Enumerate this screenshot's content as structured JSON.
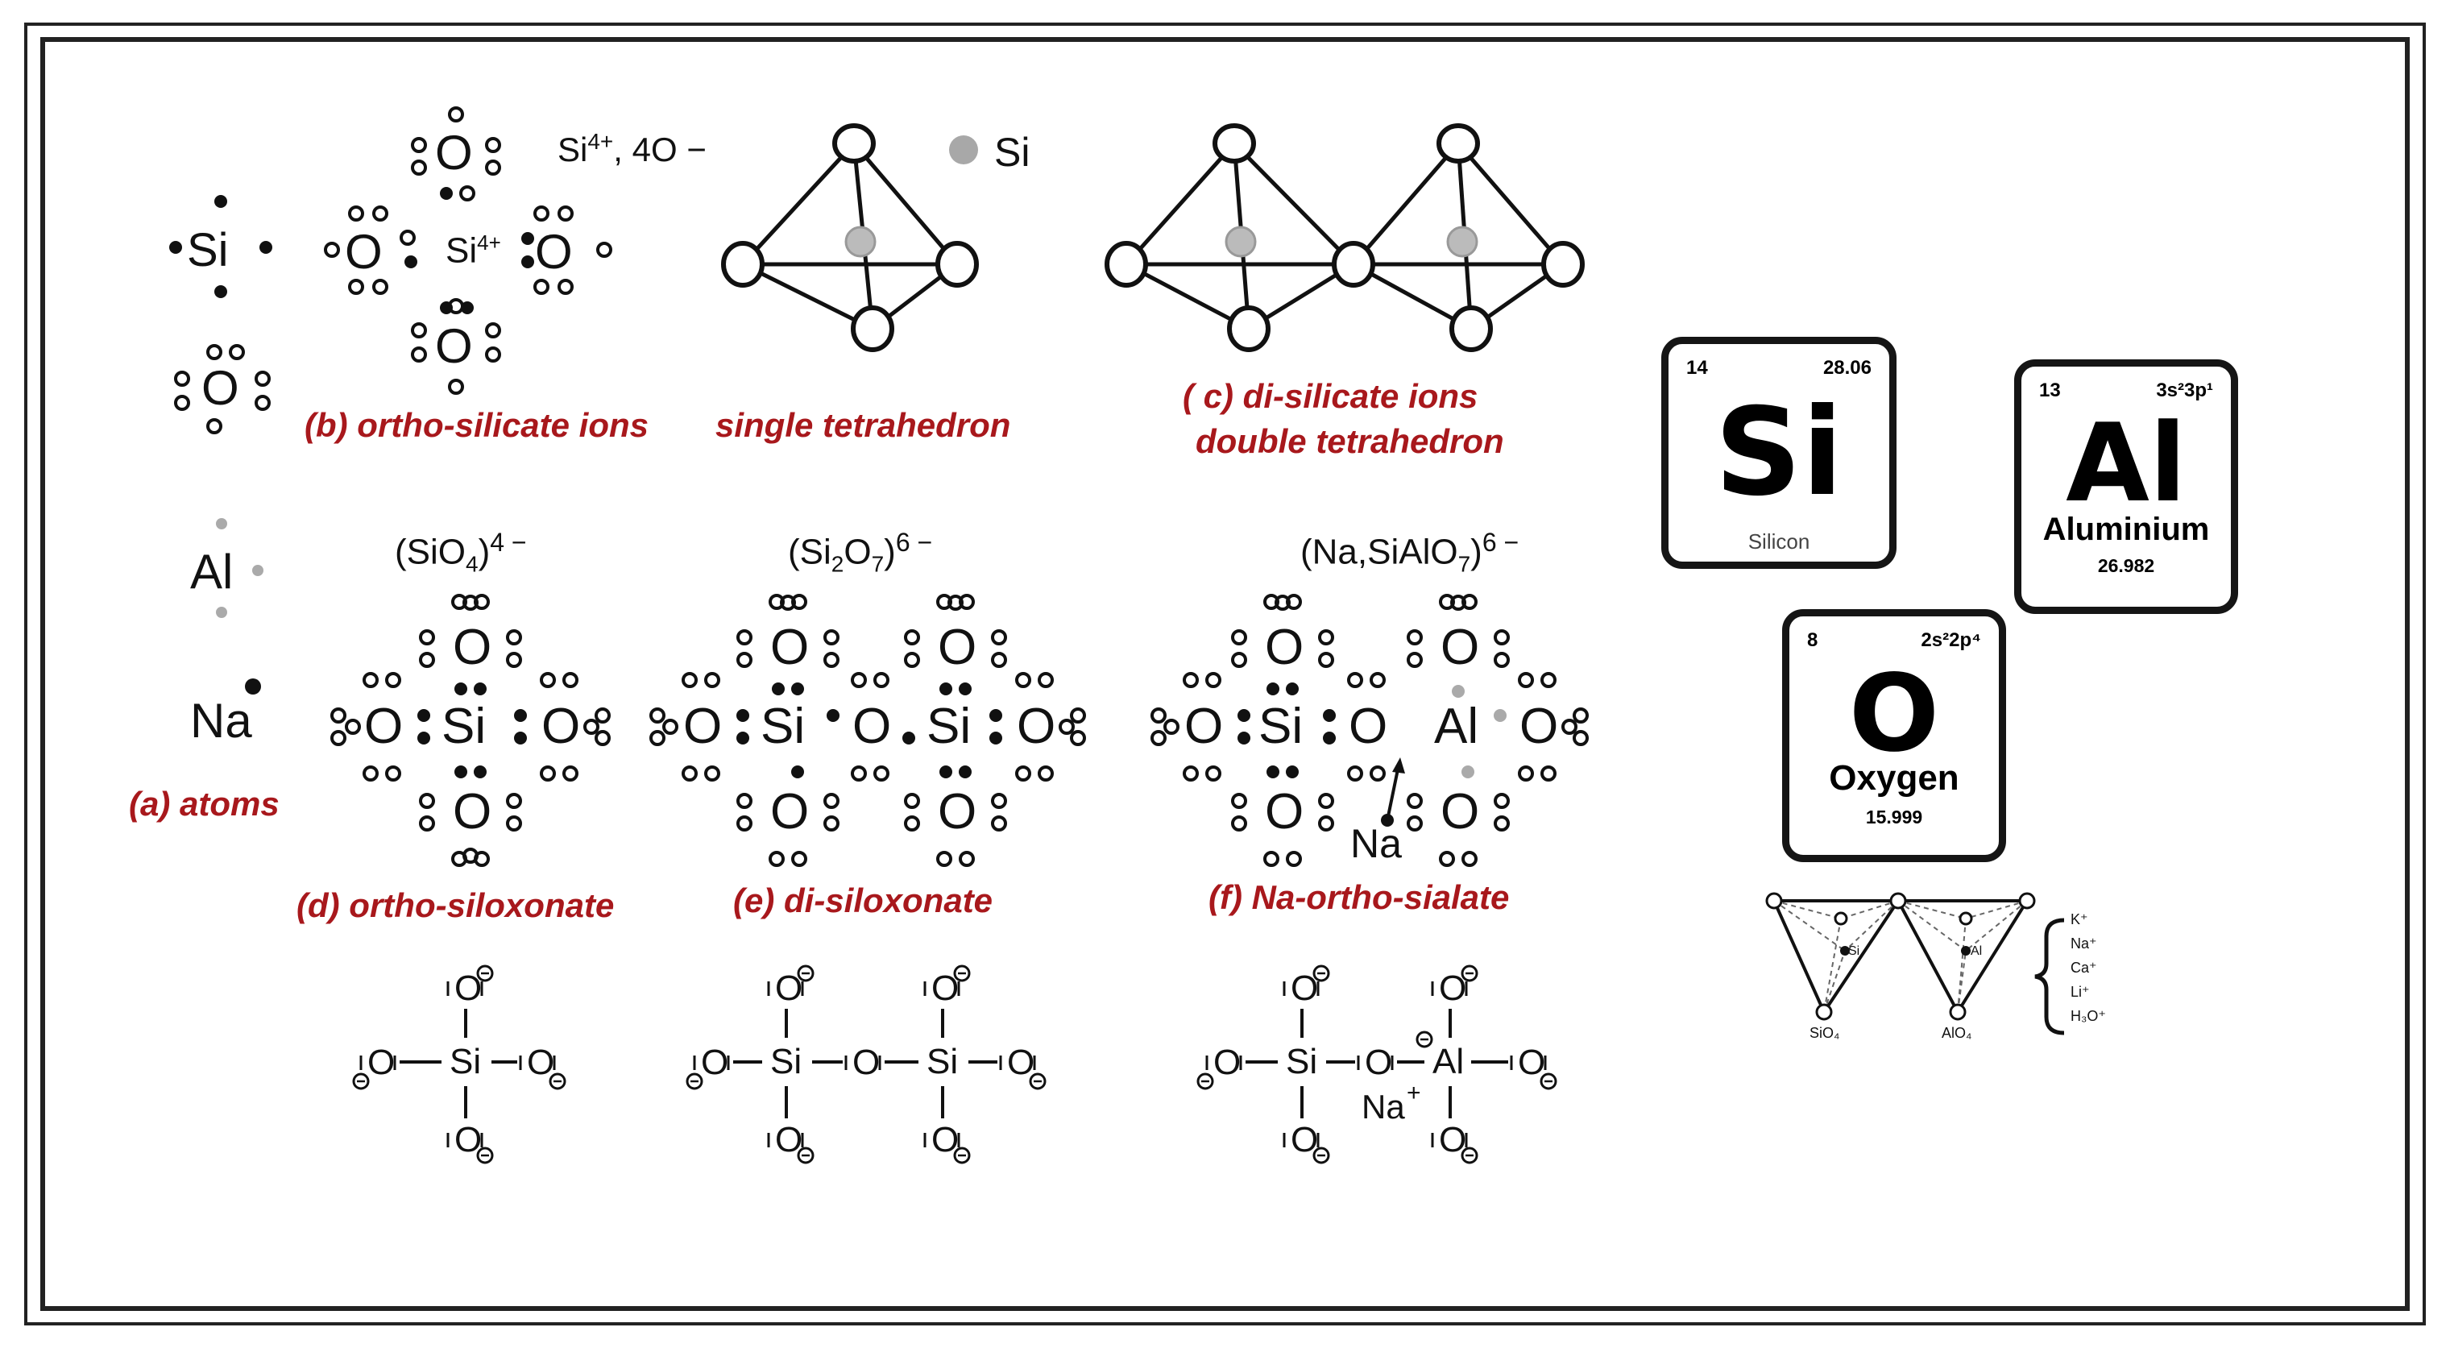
{
  "colors": {
    "caption": "#a8181c",
    "line": "#111111",
    "si_dot": "#a8a8a8",
    "frame": "#222222"
  },
  "section_a": {
    "si": "Si",
    "o": "O",
    "al": "Al",
    "na": "Na",
    "caption": "(a) atoms"
  },
  "section_b": {
    "o": "O",
    "si_ion": "Si",
    "si_ion_charge": "4+",
    "formula_si": "Si",
    "formula_si_charge": "4+",
    "formula_rest": ", 4O −",
    "caption": "(b) ortho-silicate ions"
  },
  "tetra_single": {
    "caption": "single tetrahedron",
    "legend_label": "Si"
  },
  "tetra_double": {
    "caption_line1": "( c) di-silicate ions",
    "caption_line2": "double tetrahedron"
  },
  "formulas": {
    "d": {
      "part1": "(SiO",
      "sub1": "4",
      ")": ")",
      "charge": "4 −"
    },
    "e": {
      "part1": "(Si",
      "sub1": "2",
      "part2": "O",
      "sub2": "7",
      "close": ")",
      "charge": "6 −"
    },
    "f": {
      "part1": "(Na,SiAlO",
      "sub1": "7",
      "close": ")",
      "charge": "6 −"
    }
  },
  "lewis": {
    "o": "O",
    "si": "Si",
    "al": "Al",
    "na": "Na"
  },
  "captions": {
    "d": "(d) ortho-siloxonate",
    "e": "(e) di-siloxonate",
    "f": "(f) Na-ortho-sialate"
  },
  "structural": {
    "o": "O",
    "si": "Si",
    "al": "Al",
    "na_plus": "Na",
    "plus": "+",
    "minus": "−"
  },
  "elements": [
    {
      "symbol": "Si",
      "number": "14",
      "mass_corner": "28.06",
      "name": "Silicon"
    },
    {
      "symbol": "Al",
      "number": "13",
      "config": "3s²3p¹",
      "name": "Aluminium",
      "weight": "26.982"
    },
    {
      "symbol": "O",
      "number": "8",
      "config": "2s²2p⁴",
      "name": "Oxygen",
      "weight": "15.999"
    }
  ],
  "tetra_mini": {
    "label_left": "SiO₄",
    "label_right": "AlO₄",
    "center_left": "Si",
    "center_right": "Al",
    "cations": [
      "K⁺",
      "Na⁺",
      "Ca⁺",
      "Li⁺",
      "H₃O⁺"
    ]
  }
}
